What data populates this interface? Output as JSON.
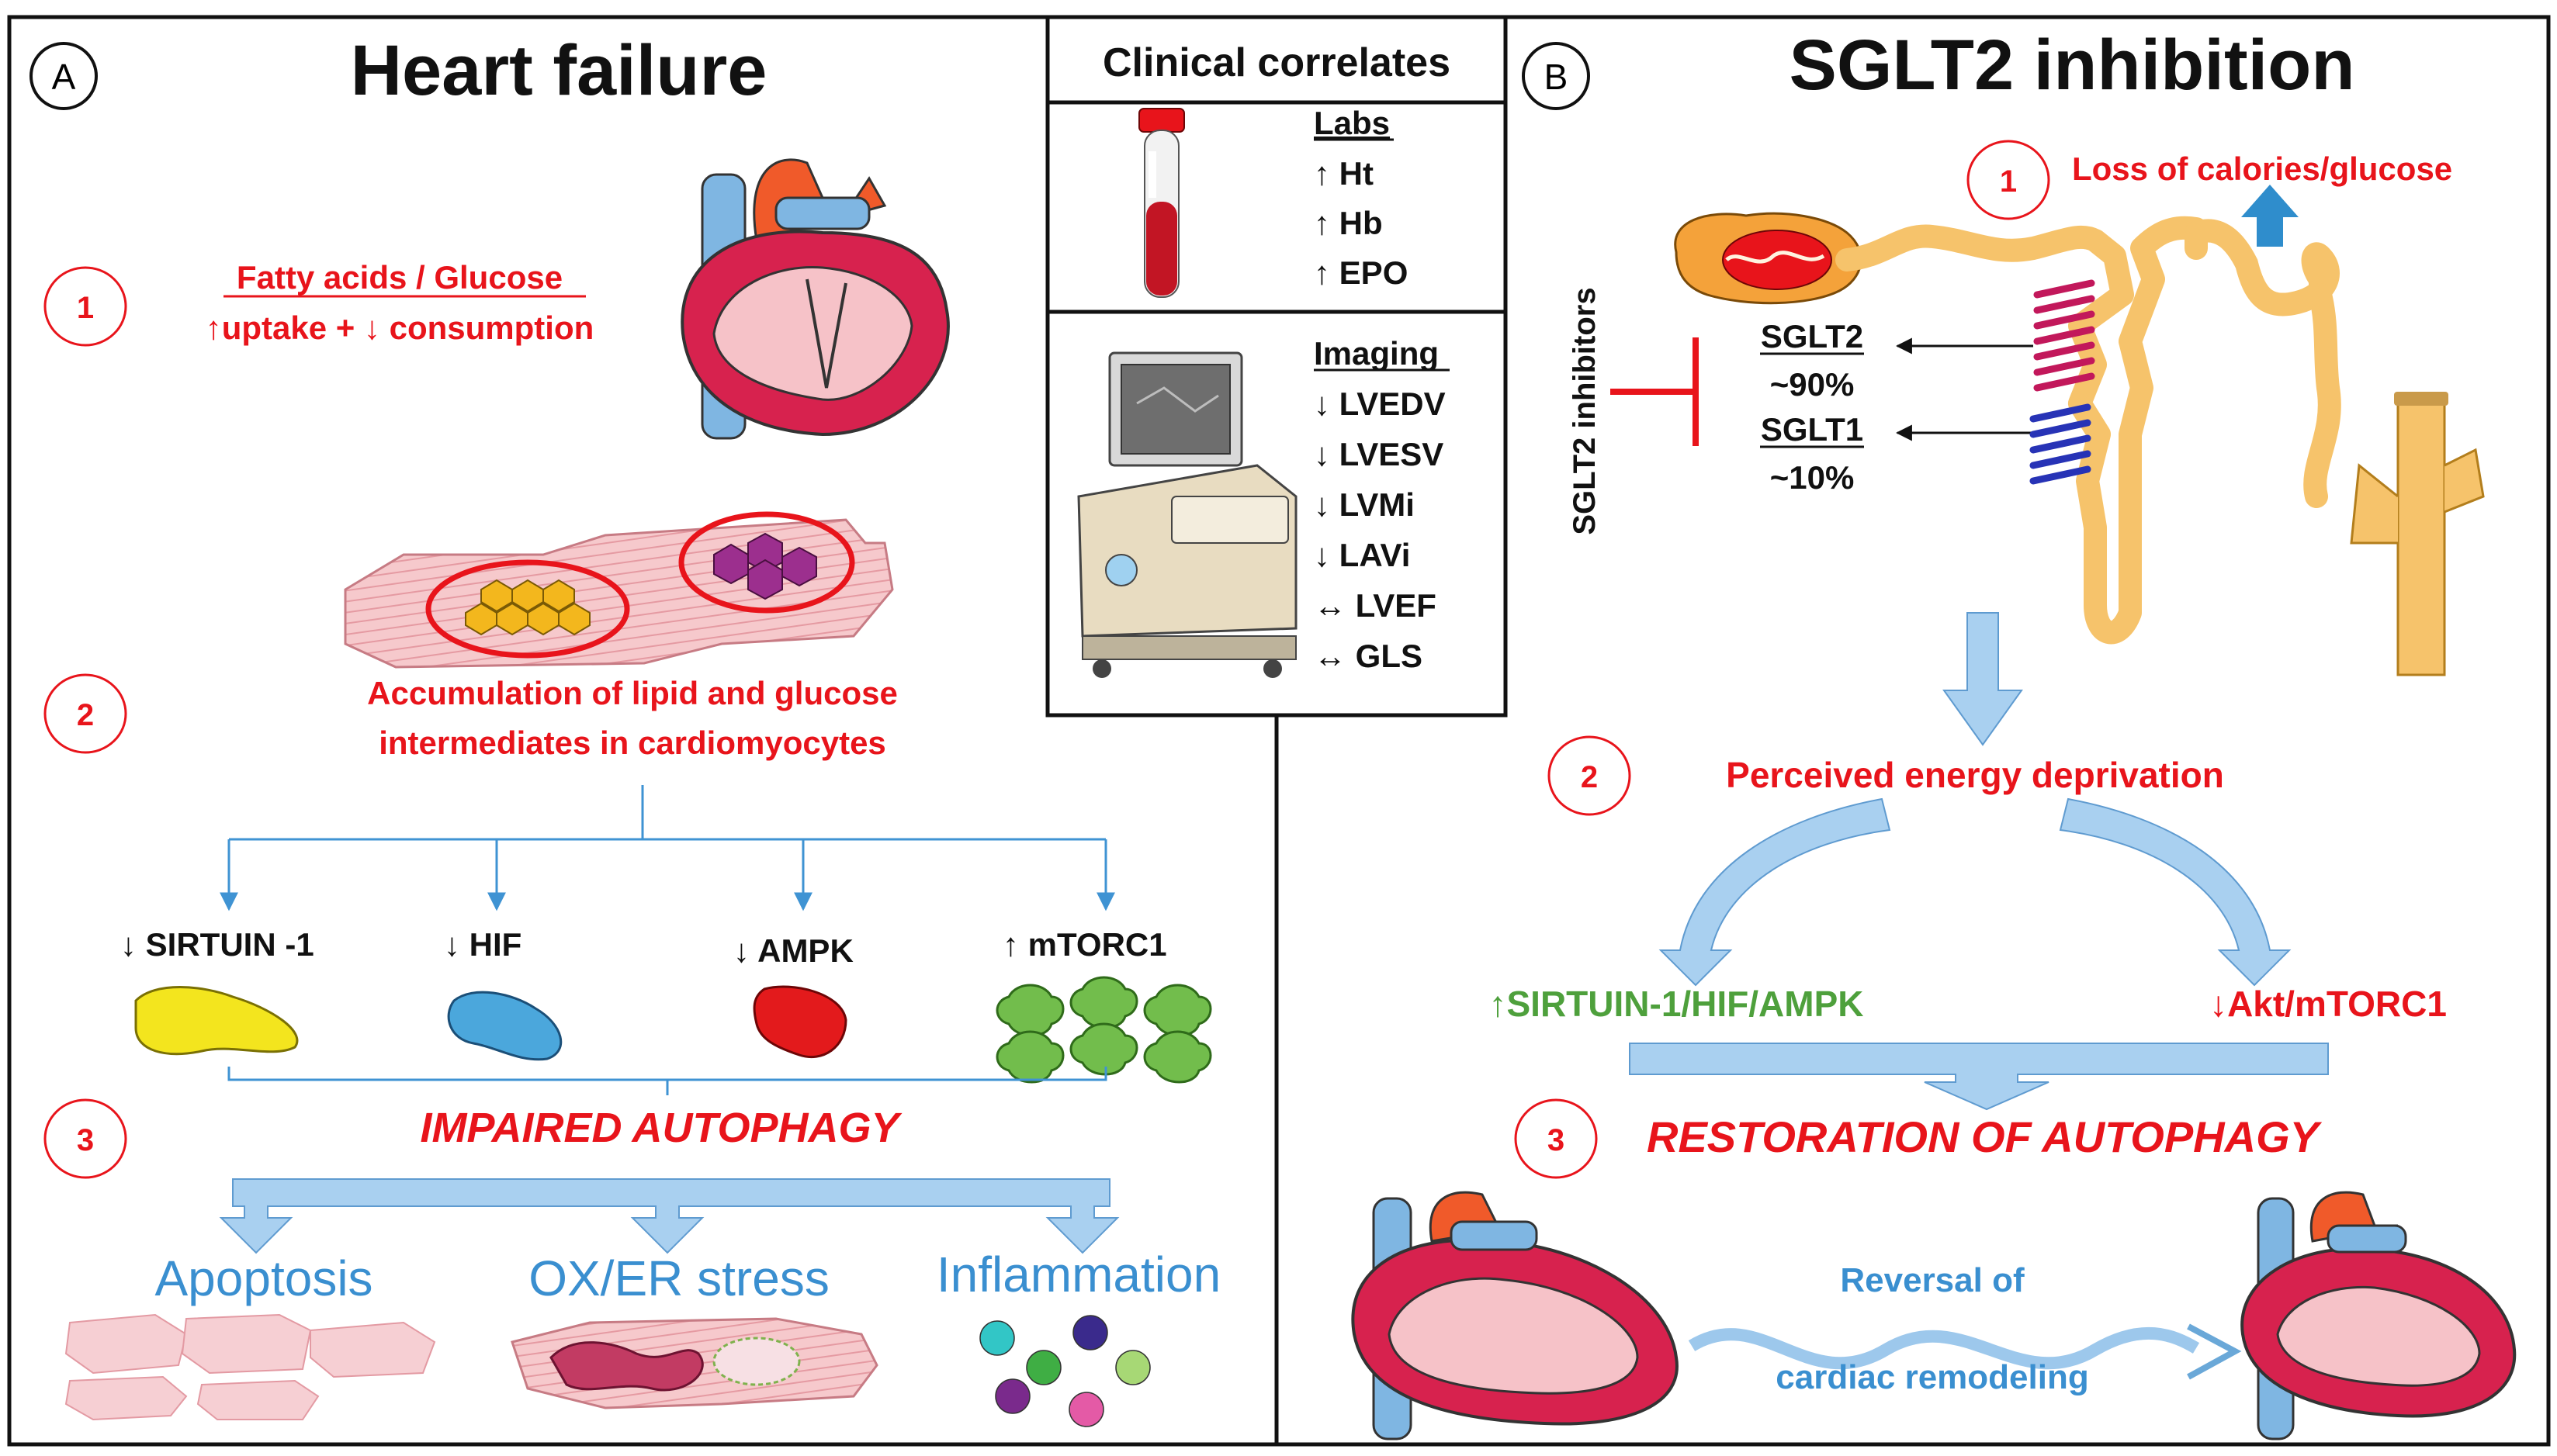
{
  "panel_a": {
    "letter": "A",
    "title": "Heart failure",
    "step1": {
      "num": "1",
      "line1": "Fatty acids / Glucose",
      "line2": "↑uptake + ↓ consumption"
    },
    "step2": {
      "num": "2",
      "line1": "Accumulation of lipid and glucose",
      "line2": "intermediates in cardiomyocytes"
    },
    "markers": [
      "↓ SIRTUIN -1",
      "↓ HIF",
      "↓ AMPK",
      "↑ mTORC1"
    ],
    "step3": {
      "num": "3",
      "label": "IMPAIRED AUTOPHAGY"
    },
    "outcomes": [
      "Apoptosis",
      "OX/ER stress",
      "Inflammation"
    ]
  },
  "clinical": {
    "title": "Clinical correlates",
    "labs_title": "Labs",
    "labs": [
      "↑ Ht",
      "↑ Hb",
      "↑ EPO"
    ],
    "imaging_title": "Imaging",
    "imaging": [
      "↓ LVEDV",
      "↓ LVESV",
      "↓ LVMi",
      "↓ LAVi",
      "↔ LVEF",
      "↔ GLS"
    ]
  },
  "panel_b": {
    "letter": "B",
    "title": "SGLT2 inhibition",
    "step1": {
      "num": "1",
      "label": "Loss of calories/glucose"
    },
    "inhibitors_label": "SGLT2 inhibitors",
    "sglt2": {
      "name": "SGLT2",
      "pct": "~90%"
    },
    "sglt1": {
      "name": "SGLT1",
      "pct": "~10%"
    },
    "step2": {
      "num": "2",
      "label": "Perceived energy deprivation"
    },
    "up_label": "↑SIRTUIN-1/HIF/AMPK",
    "down_label": "↓Akt/mTORC1",
    "step3": {
      "num": "3",
      "label": "RESTORATION OF AUTOPHAGY"
    },
    "reversal_line1": "Reversal of",
    "reversal_line2": "cardiac remodeling"
  },
  "colors": {
    "red": "#e8141b",
    "blue_arrow": "#9dc8ec",
    "blue_line": "#3f93d3",
    "green": "#4ea03c",
    "cyan_text": "#3a8fd0"
  }
}
